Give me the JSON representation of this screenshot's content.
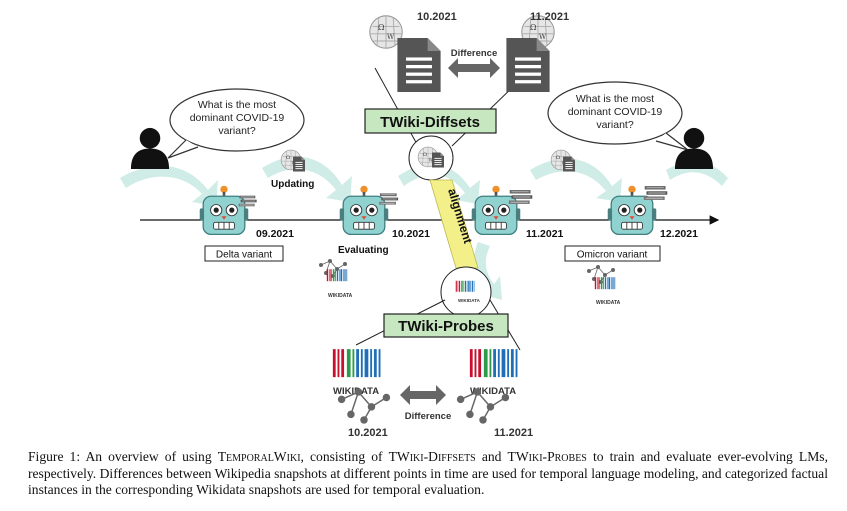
{
  "figure": {
    "speech_left": {
      "line1": "What is the most",
      "line2": "dominant COVID-19",
      "line3": "variant?"
    },
    "speech_right": {
      "line1": "What is the most",
      "line2": "dominant COVID-19",
      "line3": "variant?"
    },
    "snapshot_left_date": "10.2021",
    "snapshot_right_date": "11.2021",
    "difference_top": "Difference",
    "difference_bottom": "Difference",
    "diffsets_label": "TWiki-Diffsets",
    "probes_label": "TWiki-Probes",
    "alignment_label": "alignment",
    "updating_label": "Updating",
    "evaluating_label": "Evaluating",
    "timeline_dates": [
      "09.2021",
      "10.2021",
      "11.2021",
      "12.2021"
    ],
    "answer_left": "Delta variant",
    "answer_right": "Omicron variant",
    "wikidata_text": "WIKIDATA",
    "wikidata_small": "WIKIDATA",
    "wikidata_left_date": "10.2021",
    "wikidata_right_date": "11.2021",
    "colors": {
      "label_green": "#c7e7c0",
      "arrow_teal": "#cfece6",
      "alignment_yellow": "#f3f08a",
      "doc_gray": "#555555",
      "robot_teal": "#8fd2d0"
    }
  },
  "caption": {
    "part1": "Figure 1: An overview of using ",
    "name_temporalwiki": "TemporalWiki",
    "part2": ", consisting of ",
    "name_diffsets": "TWiki-Diffsets",
    "part3": " and ",
    "name_probes": "TWiki-Probes",
    "part4": " to train and evaluate ever-evolving LMs, respectively. Differences between Wikipedia snapshots at different points in time are used for temporal language modeling, and categorized factual instances in the corresponding Wikidata snapshots are used for temporal evaluation."
  }
}
